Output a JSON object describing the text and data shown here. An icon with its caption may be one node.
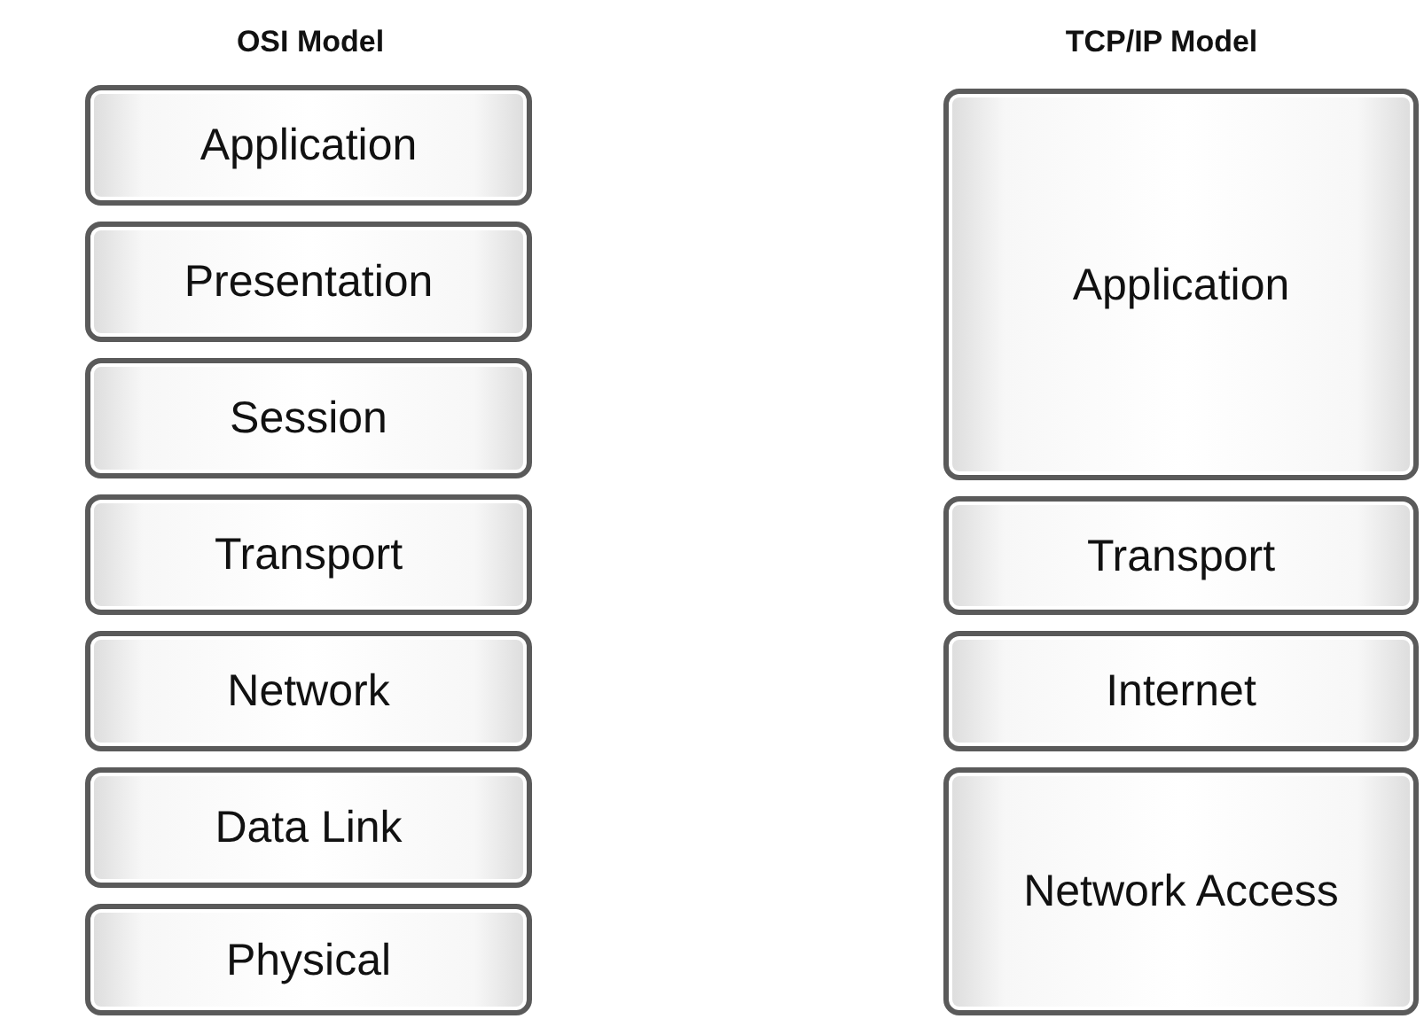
{
  "diagram": {
    "nodes": [
      {
        "text": [
          "Application"
        ]
      },
      {
        "text": [
          "Presentation"
        ]
      },
      {
        "text": [
          "Session"
        ]
      },
      {
        "text": [
          "Transport"
        ]
      },
      {
        "text": [
          "Network"
        ]
      },
      {
        "text": [
          "Data Link"
        ]
      },
      {
        "text": [
          "Physical"
        ]
      },
      {
        "text": [
          "Application"
        ]
      },
      {
        "text": [
          "Transport"
        ]
      },
      {
        "text": [
          "Internet"
        ]
      },
      {
        "text": [
          "Network Access"
        ]
      }
    ],
    "labels": [
      "OSI Model",
      "TCP/IP Model"
    ]
  }
}
